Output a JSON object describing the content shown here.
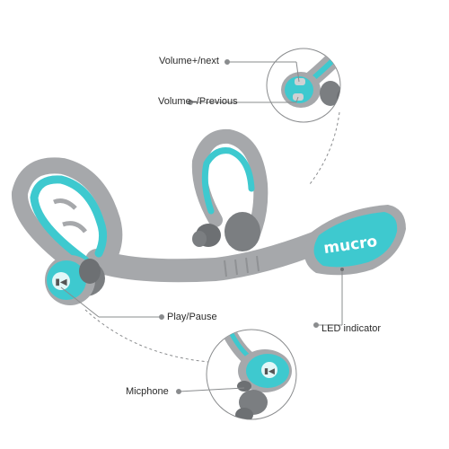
{
  "product": {
    "brand_text": "mucro",
    "colors": {
      "accent": "#3ec9cf",
      "body_gray": "#a6a8ab",
      "dark_gray": "#6d7073",
      "leader_line": "#8a8c8e"
    }
  },
  "callouts": {
    "volume_up": "Volume+/next",
    "volume_down": "Volume–/Previous",
    "play_pause": "Play/Pause",
    "led": "LED indicator",
    "microphone": "Micphone"
  },
  "icons": {
    "play_pause_button": "skip-back-icon",
    "mic_button": "skip-back-icon"
  }
}
